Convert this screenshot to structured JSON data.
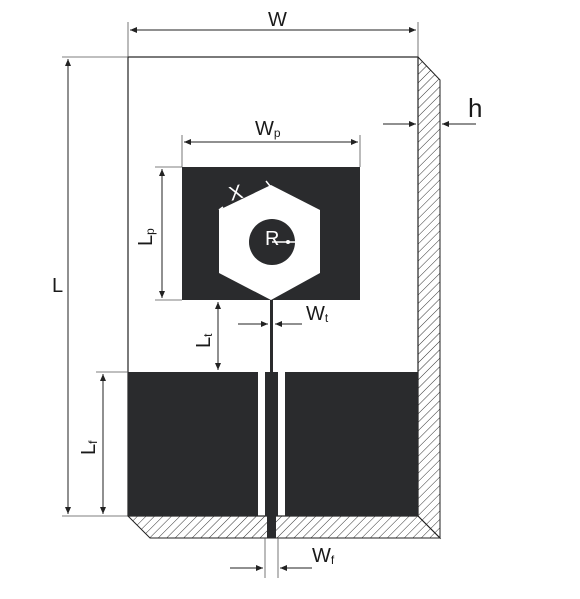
{
  "labels": {
    "W": "W",
    "h": "h",
    "L": "L",
    "Wp_main": "W",
    "Wp_sub": "p",
    "Lp_main": "L",
    "Lp_sub": "p",
    "X": "X",
    "R": "R",
    "Lt_main": "L",
    "Lt_sub": "t",
    "Wt_main": "W",
    "Wt_sub": "t",
    "Lf_main": "L",
    "Lf_sub": "f",
    "Wf_main": "W",
    "Wf_sub": "f"
  },
  "colors": {
    "metal": "#2a2b2d",
    "substrate": "#ffffff",
    "outline": "#222222",
    "hatch": "#333333"
  }
}
